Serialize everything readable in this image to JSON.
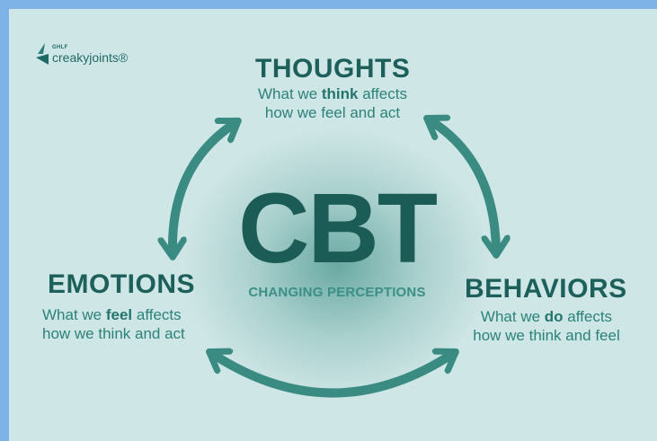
{
  "logo": {
    "small_text": "GHLF",
    "main_text": "creakyjoints®"
  },
  "center": {
    "title": "CBT",
    "subtitle": "CHANGING PERCEPTIONS"
  },
  "thoughts": {
    "heading": "THOUGHTS",
    "line1_pre": "What we ",
    "line1_bold": "think",
    "line1_post": " affects",
    "line2": "how we feel and act"
  },
  "emotions": {
    "heading": "EMOTIONS",
    "line1_pre": "What we ",
    "line1_bold": "feel",
    "line1_post": " affects",
    "line2": "how we think and act"
  },
  "behaviors": {
    "heading": "BEHAVIORS",
    "line1_pre": "What we ",
    "line1_bold": "do",
    "line1_post": " affects",
    "line2": "how we think and feel"
  },
  "colors": {
    "background": "#cfe6e6",
    "frame": "#7db3e6",
    "heading": "#1d5f5a",
    "accent": "#2b8279",
    "arrow": "#3a8b82"
  }
}
